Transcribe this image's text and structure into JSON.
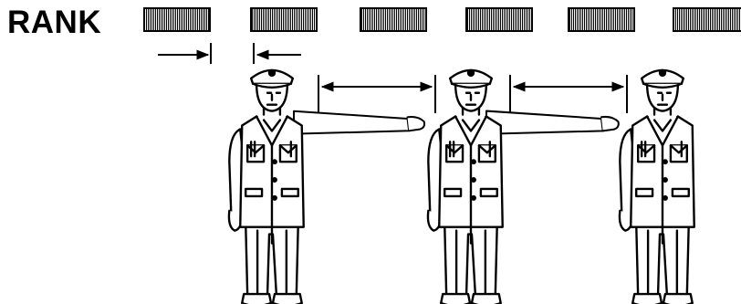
{
  "diagram": {
    "rank_label": "RANK",
    "rank_block_count": 6,
    "soldier_count": 3,
    "stroke_color": "#000000",
    "background_color": "#ffffff",
    "icons": [
      "rank-block-icon",
      "left-arrow-icon",
      "right-arrow-icon",
      "double-arrow-icon",
      "soldier-icon"
    ]
  }
}
